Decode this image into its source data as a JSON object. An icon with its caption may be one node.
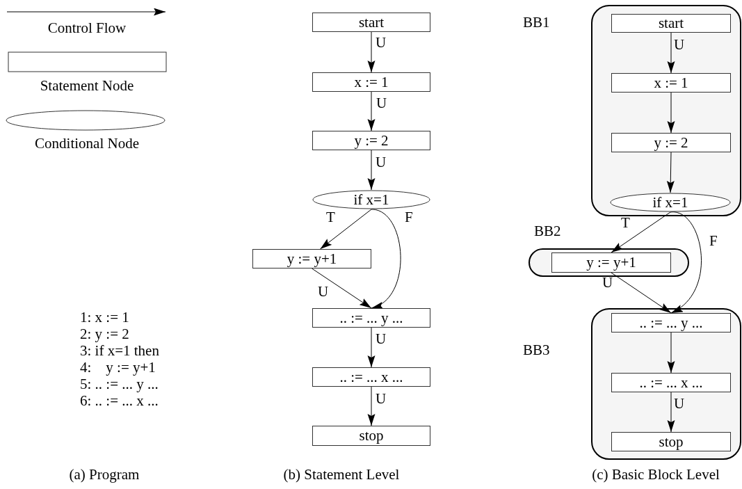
{
  "diagram": {
    "nodes": [
      {
        "text": [
          "start"
        ]
      },
      {
        "text": [
          "x := 1"
        ]
      },
      {
        "text": [
          "y := 2"
        ]
      },
      {
        "text": [
          "if x=1"
        ]
      },
      {
        "text": [
          "y := y+1"
        ]
      },
      {
        "text": [
          ".. := ... y ..."
        ]
      },
      {
        "text": [
          ".. := ... x ..."
        ]
      },
      {
        "text": [
          "stop"
        ]
      },
      {
        "text": [
          "BB1"
        ]
      },
      {
        "text": [
          "start"
        ],
        "in": 8
      },
      {
        "text": [
          "x := 1"
        ],
        "in": 8
      },
      {
        "text": [
          "y := 2"
        ],
        "in": 8
      },
      {
        "text": [
          "if x=1"
        ],
        "in": 8
      },
      {
        "text": [
          "BB2"
        ]
      },
      {
        "text": [
          "y := y+1"
        ],
        "in": 13
      },
      {
        "text": [
          "BB3"
        ]
      },
      {
        "text": [
          ".. := ... y ..."
        ],
        "in": 15
      },
      {
        "text": [
          ".. := ... x ..."
        ],
        "in": 15
      },
      {
        "text": [
          "stop"
        ],
        "in": 15
      }
    ],
    "edges": [
      {
        "from": 0,
        "to": 1,
        "arrow": "to",
        "label": "U"
      },
      {
        "from": 1,
        "to": 2,
        "arrow": "to",
        "label": "U"
      },
      {
        "from": 2,
        "to": 3,
        "arrow": "to",
        "label": "U"
      },
      {
        "from": 3,
        "to": 4,
        "arrow": "to",
        "label": "T"
      },
      {
        "from": 3,
        "to": 5,
        "arrow": "to",
        "label": "F"
      },
      {
        "from": 4,
        "to": 5,
        "arrow": "to",
        "label": "U"
      },
      {
        "from": 5,
        "to": 6,
        "arrow": "to",
        "label": "U"
      },
      {
        "from": 6,
        "to": 7,
        "arrow": "to",
        "label": "U"
      },
      {
        "from": 9,
        "to": 10,
        "arrow": "to",
        "label": "U"
      },
      {
        "from": 10,
        "to": 11,
        "arrow": "to"
      },
      {
        "from": 11,
        "to": 12,
        "arrow": "to"
      },
      {
        "from": 12,
        "to": 14,
        "arrow": "to",
        "label": "T"
      },
      {
        "from": 12,
        "to": 16,
        "arrow": "to",
        "label": "F"
      },
      {
        "from": 14,
        "to": 16,
        "arrow": "to",
        "label": "U"
      },
      {
        "from": 16,
        "to": 17,
        "arrow": "to"
      },
      {
        "from": 17,
        "to": 18,
        "arrow": "to",
        "label": "U"
      }
    ],
    "labels": [
      "1: x := 1",
      "2: y := 2",
      "3: if x=1 then",
      "4:    y := y+1",
      "5: .. := ... y ...",
      "6: .. := ... x ...",
      "(a) Program",
      "(b) Statement Level",
      "(c) Basic Block Level"
    ],
    "legend": [
      {
        "text": "Control Flow"
      },
      {
        "text": "Statement Node"
      },
      {
        "text": "Conditional Node"
      }
    ]
  }
}
